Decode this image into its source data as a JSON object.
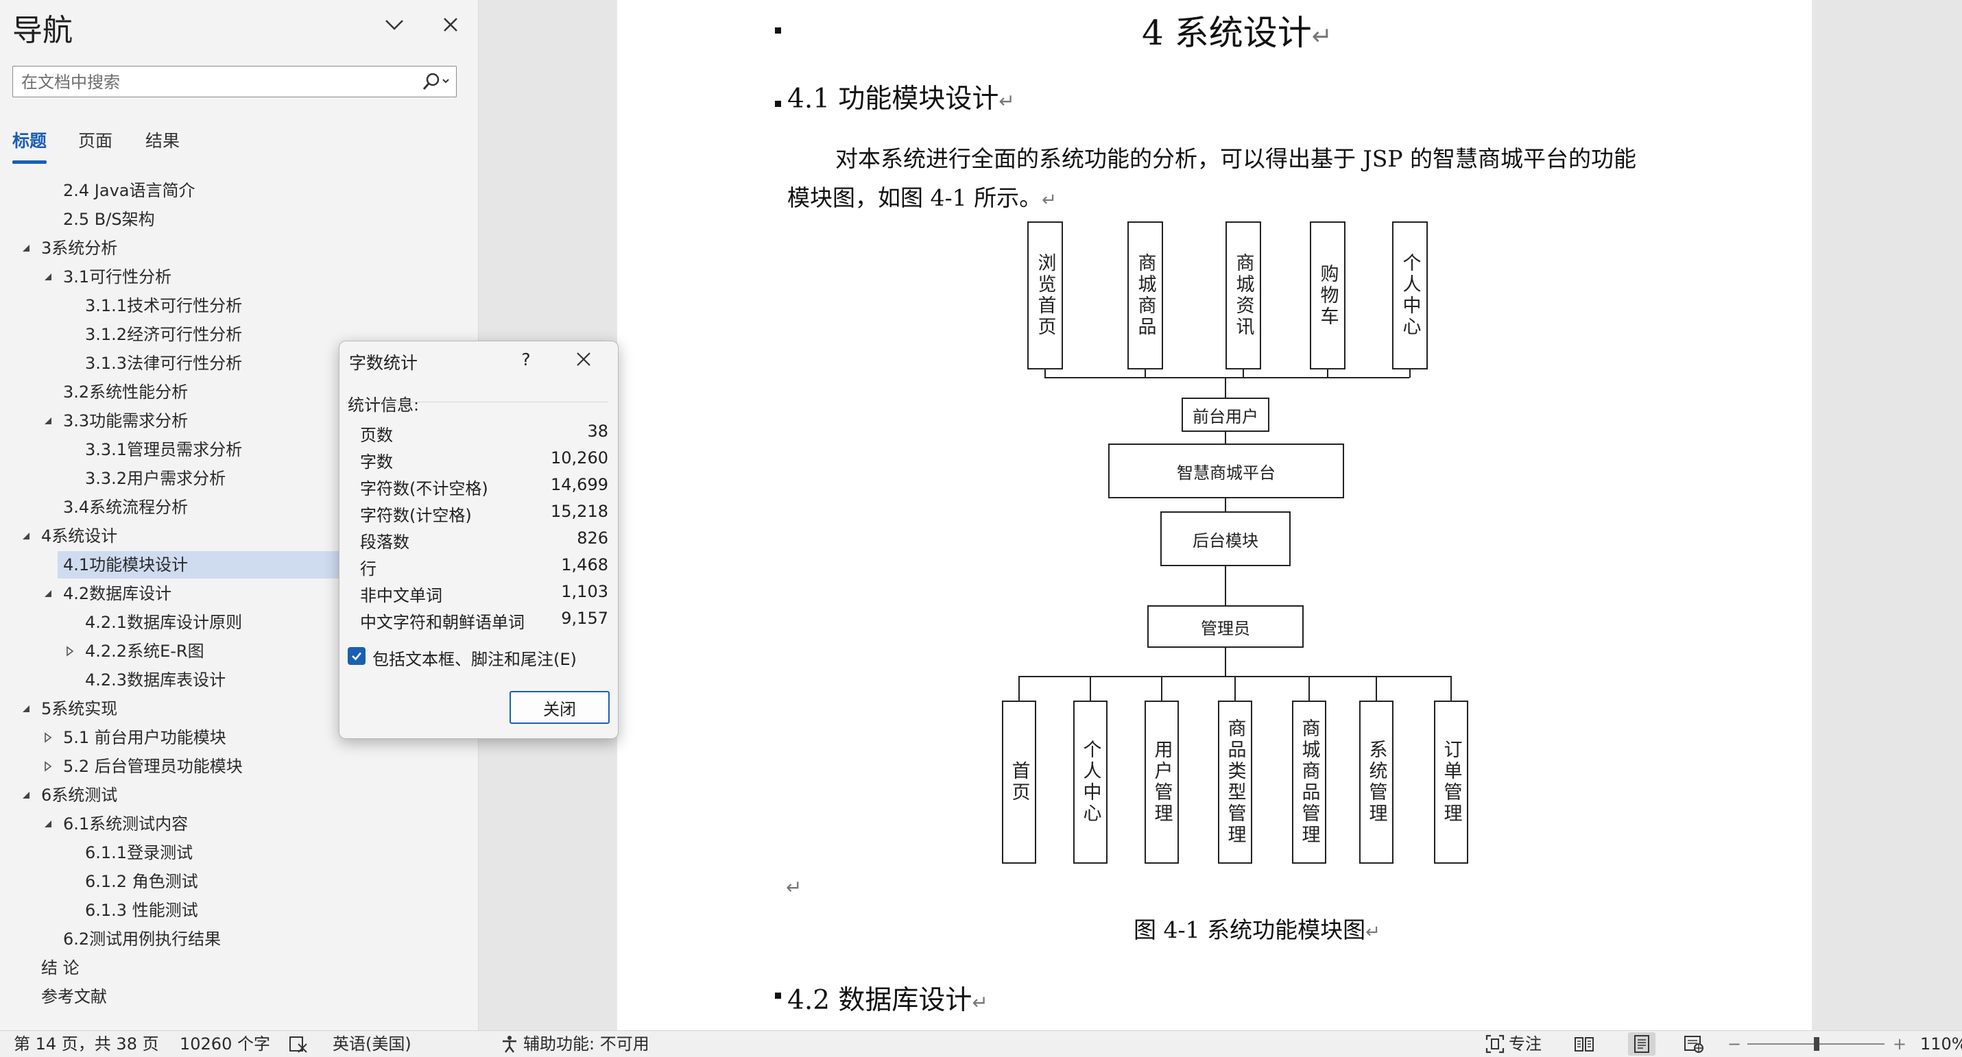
{
  "nav": {
    "title": "导航",
    "search_placeholder": "在文档中搜索",
    "tabs": [
      "标题",
      "页面",
      "结果"
    ],
    "active_tab": 0,
    "items": [
      {
        "label": "2.4 Java语言简介",
        "level": 2,
        "toggle": "none"
      },
      {
        "label": "2.5 B/S架构",
        "level": 2,
        "toggle": "none"
      },
      {
        "label": "3系统分析",
        "level": 1,
        "toggle": "expanded"
      },
      {
        "label": "3.1可行性分析",
        "level": 2,
        "toggle": "expanded"
      },
      {
        "label": "3.1.1技术可行性分析",
        "level": 3,
        "toggle": "none"
      },
      {
        "label": "3.1.2经济可行性分析",
        "level": 3,
        "toggle": "none"
      },
      {
        "label": "3.1.3法律可行性分析",
        "level": 3,
        "toggle": "none"
      },
      {
        "label": "3.2系统性能分析",
        "level": 2,
        "toggle": "none"
      },
      {
        "label": "3.3功能需求分析",
        "level": 2,
        "toggle": "expanded"
      },
      {
        "label": "3.3.1管理员需求分析",
        "level": 3,
        "toggle": "none"
      },
      {
        "label": "3.3.2用户需求分析",
        "level": 3,
        "toggle": "none"
      },
      {
        "label": "3.4系统流程分析",
        "level": 2,
        "toggle": "none"
      },
      {
        "label": "4系统设计",
        "level": 1,
        "toggle": "expanded"
      },
      {
        "label": "4.1功能模块设计",
        "level": 2,
        "toggle": "none",
        "selected": true
      },
      {
        "label": "4.2数据库设计",
        "level": 2,
        "toggle": "expanded"
      },
      {
        "label": "4.2.1数据库设计原则",
        "level": 3,
        "toggle": "none"
      },
      {
        "label": "4.2.2系统E-R图",
        "level": 3,
        "toggle": "collapsed"
      },
      {
        "label": "4.2.3数据库表设计",
        "level": 3,
        "toggle": "none"
      },
      {
        "label": "5系统实现",
        "level": 1,
        "toggle": "expanded"
      },
      {
        "label": "5.1 前台用户功能模块",
        "level": 2,
        "toggle": "collapsed"
      },
      {
        "label": "5.2 后台管理员功能模块",
        "level": 2,
        "toggle": "collapsed"
      },
      {
        "label": "6系统测试",
        "level": 1,
        "toggle": "expanded"
      },
      {
        "label": "6.1系统测试内容",
        "level": 2,
        "toggle": "expanded"
      },
      {
        "label": "6.1.1登录测试",
        "level": 3,
        "toggle": "none"
      },
      {
        "label": "6.1.2 角色测试",
        "level": 3,
        "toggle": "none"
      },
      {
        "label": "6.1.3 性能测试",
        "level": 3,
        "toggle": "none"
      },
      {
        "label": "6.2测试用例执行结果",
        "level": 2,
        "toggle": "none"
      },
      {
        "label": "结  论",
        "level": 1,
        "toggle": "none"
      },
      {
        "label": "参考文献",
        "level": 1,
        "toggle": "none"
      }
    ]
  },
  "document": {
    "heading1": "4 系统设计",
    "heading2": "4.1 功能模块设计",
    "paragraph_line1": "对本系统进行全面的系统功能的分析，可以得出基于 JSP 的智慧商城平台的功能",
    "paragraph_line2": "模块图，如图 4-1 所示。",
    "caption": "图 4-1  系统功能模块图",
    "heading2_next": "4.2 数据库设计",
    "para_mark": "↵"
  },
  "diagram": {
    "top_modules": [
      "浏览首页",
      "商城商品",
      "商城资讯",
      "购物车",
      "个人中心"
    ],
    "front_user": "前台用户",
    "platform": "智慧商城平台",
    "backend": "后台模块",
    "admin": "管理员",
    "bottom_modules": [
      "首页",
      "个人中心",
      "用户管理",
      "商品类型管理",
      "商城商品管理",
      "系统管理",
      "订单管理"
    ]
  },
  "dialog": {
    "title": "字数统计",
    "help": "?",
    "section": "统计信息:",
    "stats": [
      {
        "label": "页数",
        "value": "38"
      },
      {
        "label": "字数",
        "value": "10,260"
      },
      {
        "label": "字符数(不计空格)",
        "value": "14,699"
      },
      {
        "label": "字符数(计空格)",
        "value": "15,218"
      },
      {
        "label": "段落数",
        "value": "826"
      },
      {
        "label": "行",
        "value": "1,468"
      },
      {
        "label": "非中文单词",
        "value": "1,103"
      },
      {
        "label": "中文字符和朝鲜语单词",
        "value": "9,157"
      }
    ],
    "checkbox_label": "包括文本框、脚注和尾注(E)",
    "checkbox_checked": true,
    "close_label": "关闭"
  },
  "status": {
    "page": "第 14 页，共 38 页",
    "words": "10260 个字",
    "language": "英语(美国)",
    "accessibility": "辅助功能: 不可用",
    "focus": "专注",
    "zoom_minus": "−",
    "zoom_plus": "+",
    "zoom": "110%"
  },
  "colors": {
    "accent": "#1a5fb4",
    "selected": "#cfdcf0"
  }
}
